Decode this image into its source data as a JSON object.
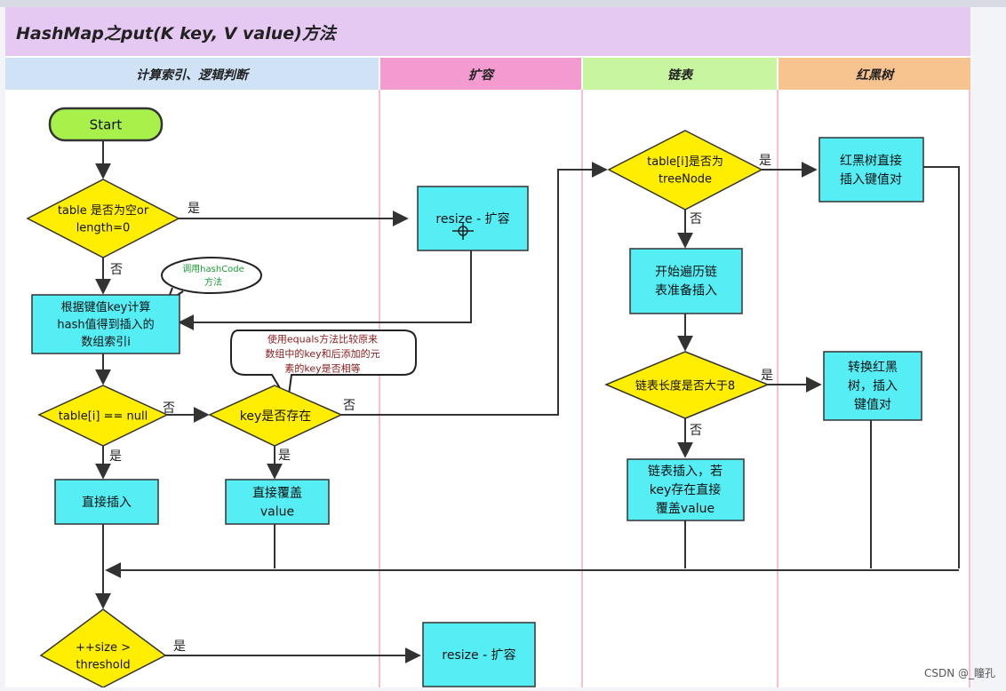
{
  "title": "HashMap之put(K key, V value)方法",
  "lanes": [
    {
      "label": "计算索引、逻辑判断",
      "color": "#cfe2f6"
    },
    {
      "label": "扩容",
      "color": "#f39ad0"
    },
    {
      "label": "链表",
      "color": "#c8f5a0"
    },
    {
      "label": "红黑树",
      "color": "#f7c38f"
    }
  ],
  "nodes": {
    "start": {
      "text": [
        "Start"
      ]
    },
    "table_empty": {
      "text": [
        "table 是否为空or",
        "length=0"
      ]
    },
    "resize_top": {
      "text": [
        "resize - 扩容"
      ]
    },
    "compute_index": {
      "text": [
        "根据键值key计算",
        "hash值得到插入的",
        "数组索引i"
      ]
    },
    "table_i_null": {
      "text": [
        "table[i] == null"
      ]
    },
    "key_exists": {
      "text": [
        "key是否存在"
      ]
    },
    "direct_insert": {
      "text": [
        "直接插入"
      ]
    },
    "direct_overwrite": {
      "text": [
        "直接覆盖",
        "value"
      ]
    },
    "is_treenode": {
      "text": [
        "table[i]是否为",
        "treeNode"
      ]
    },
    "tree_insert": {
      "text": [
        "红黑树直接",
        "插入键值对"
      ]
    },
    "traverse_list": {
      "text": [
        "开始遍历链",
        "表准备插入"
      ]
    },
    "list_gt8": {
      "text": [
        "链表长度是否大于8"
      ]
    },
    "convert_tree": {
      "text": [
        "转换红黑",
        "树，插入",
        "键值对"
      ]
    },
    "list_insert": {
      "text": [
        "链表插入，若",
        "key存在直接",
        "覆盖value"
      ]
    },
    "size_threshold": {
      "text": [
        "++size >",
        "threshold"
      ]
    },
    "resize_bottom": {
      "text": [
        "resize - 扩容"
      ]
    }
  },
  "callouts": {
    "hashcode": [
      "调用hashCode",
      "方法"
    ],
    "equals": [
      "使用equals方法比较原来",
      "数组中的key和后添加的元",
      "素的key是否相等"
    ]
  },
  "edge_labels": {
    "yes": "是",
    "no": "否"
  },
  "colors": {
    "process": "#55eef5",
    "decision": "#ffee00",
    "start": "#a8f04a",
    "header": "#e6c9f3"
  },
  "watermark": "CSDN @_瞳孔"
}
